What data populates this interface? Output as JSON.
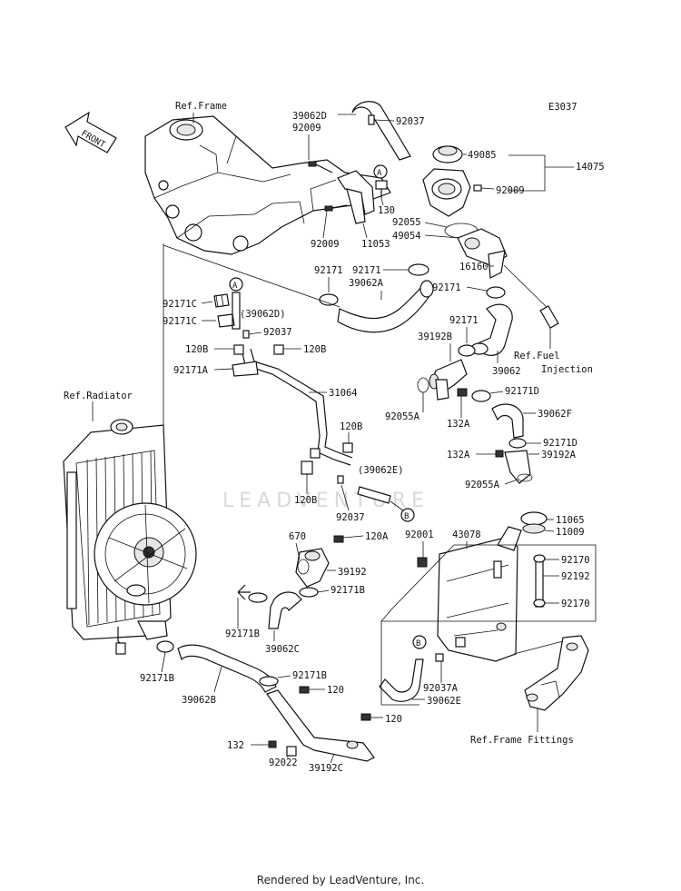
{
  "diagram_code": "E3037",
  "front_label": "FRONT",
  "watermark": "LEADVENTURE",
  "footer": "Rendered by LeadVenture, Inc.",
  "circles": {
    "a1": "A",
    "a2": "A",
    "b1": "B",
    "b2": "B"
  },
  "labels": {
    "ref_frame": "Ref.Frame",
    "ref_radiator": "Ref.Radiator",
    "ref_fuel": "Ref.Fuel",
    "injection": "Injection",
    "ref_frame_fittings": "Ref.Frame Fittings",
    "p39062D": "39062D",
    "p92009_top": "92009",
    "p92037_top": "92037",
    "p49085": "49085",
    "p14075": "14075",
    "p92009_right": "92009",
    "p130": "130",
    "p92055": "92055",
    "p49054": "49054",
    "p11053": "11053",
    "p92009_bot": "92009",
    "p92171_a": "92171",
    "p92171_b": "92171",
    "p16160": "16160",
    "p39062A": "39062A",
    "p92171_c": "92171",
    "p92171C_1": "92171C",
    "p39062D_paren": "(39062D)",
    "p92171C_2": "92171C",
    "p92037_mid": "92037",
    "p120B_l": "120B",
    "p120B_r": "120B",
    "p92171A": "92171A",
    "p92171_d": "92171",
    "p39192B": "39192B",
    "p39062": "39062",
    "p31064": "31064",
    "p92171D_1": "92171D",
    "p92055A_1": "92055A",
    "p132A_1": "132A",
    "p39062F": "39062F",
    "p120B_mid": "120B",
    "p92171D_2": "92171D",
    "p132A_2": "132A",
    "p39192A": "39192A",
    "p39062E_paren": "(39062E)",
    "p92055A_2": "92055A",
    "p120B_bot": "120B",
    "p92037_bot": "92037",
    "p11065": "11065",
    "p11009": "11009",
    "p670": "670",
    "p120A": "120A",
    "p92001": "92001",
    "p43078": "43078",
    "p92170_1": "92170",
    "p39192": "39192",
    "p92192": "92192",
    "p92171B_1": "92171B",
    "p92170_2": "92170",
    "p92171B_2": "92171B",
    "p39062C": "39062C",
    "p92171B_3": "92171B",
    "p92171B_4": "92171B",
    "p120_1": "120",
    "p39062B": "39062B",
    "p92037A": "92037A",
    "p39062E": "39062E",
    "p120_2": "120",
    "p132": "132",
    "p92022": "92022",
    "p39192C": "39192C"
  }
}
